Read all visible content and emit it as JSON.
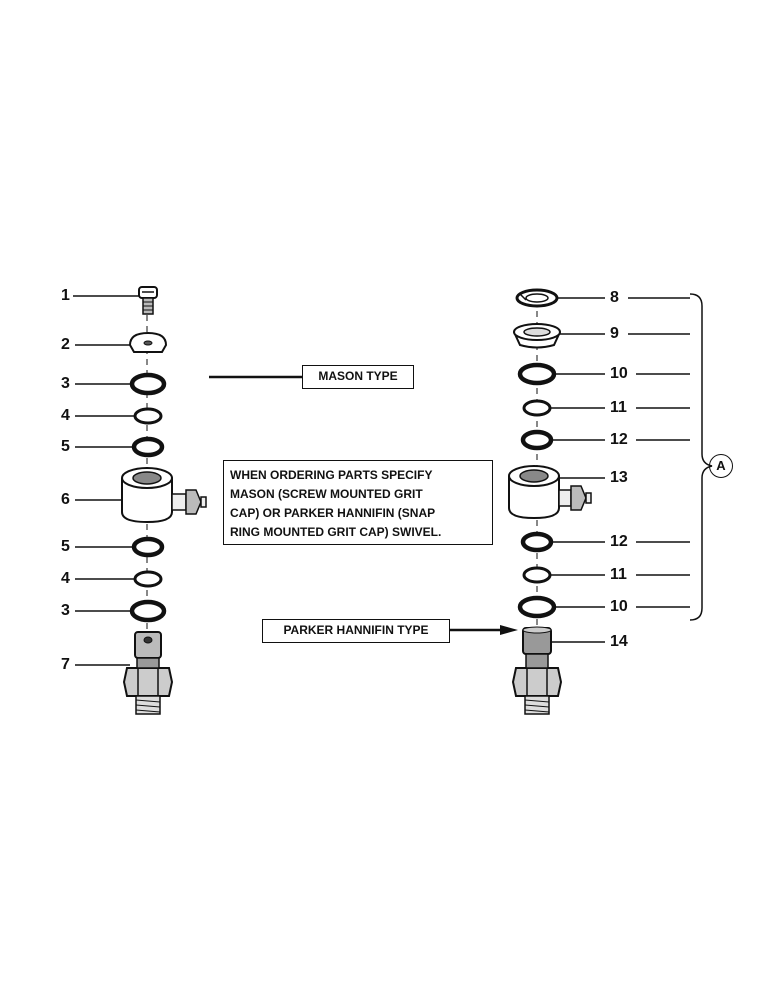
{
  "labels": {
    "mason_type": "MASON TYPE",
    "parker_type": "PARKER HANNIFIN TYPE",
    "callout_a": "A",
    "note_lines": [
      "WHEN ORDERING PARTS SPECIFY",
      "MASON (SCREW MOUNTED GRIT",
      "CAP) OR PARKER HANNIFIN (SNAP",
      "RING MOUNTED GRIT CAP) SWIVEL."
    ]
  },
  "left_parts": [
    "1",
    "2",
    "3",
    "4",
    "5",
    "6",
    "5",
    "4",
    "3",
    "7"
  ],
  "right_parts": [
    "8",
    "9",
    "10",
    "11",
    "12",
    "13",
    "12",
    "11",
    "10",
    "14"
  ],
  "colors": {
    "ink": "#111111",
    "paper": "#ffffff",
    "shade": "#9a9a9a"
  }
}
